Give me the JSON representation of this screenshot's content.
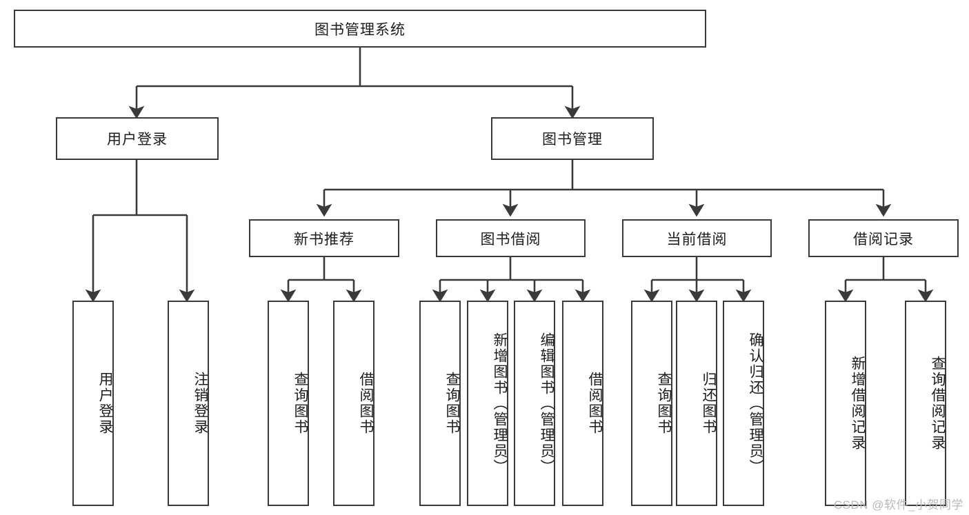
{
  "diagram": {
    "type": "tree-hierarchy",
    "title": "图书管理系统",
    "orientation": "top-down",
    "colors": {
      "box_border": "#3a3a3a",
      "box_fill": "#ffffff",
      "connector": "#3a3a3a",
      "text": "#1c1c1c",
      "watermark": "#b9b9b9",
      "background": "#ffffff"
    },
    "root": {
      "label": "图书管理系统"
    },
    "level2": [
      {
        "label": "用户登录"
      },
      {
        "label": "图书管理"
      }
    ],
    "level3": [
      {
        "label": "新书推荐"
      },
      {
        "label": "图书借阅"
      },
      {
        "label": "当前借阅"
      },
      {
        "label": "借阅记录"
      }
    ],
    "leaves": [
      {
        "label": "用户登录",
        "parent": "用户登录"
      },
      {
        "label": "注销登录",
        "parent": "用户登录"
      },
      {
        "label": "查询图书",
        "parent": "新书推荐"
      },
      {
        "label": "借阅图书",
        "parent": "新书推荐"
      },
      {
        "label": "查询图书",
        "parent": "图书借阅"
      },
      {
        "label": "新增图书（管理员）",
        "parent": "图书借阅"
      },
      {
        "label": "编辑图书（管理员）",
        "parent": "图书借阅"
      },
      {
        "label": "借阅图书",
        "parent": "图书借阅"
      },
      {
        "label": "查询图书",
        "parent": "当前借阅"
      },
      {
        "label": "归还图书",
        "parent": "当前借阅"
      },
      {
        "label": "确认归还（管理员）",
        "parent": "当前借阅"
      },
      {
        "label": "新增借阅记录",
        "parent": "借阅记录"
      },
      {
        "label": "查询借阅记录",
        "parent": "借阅记录"
      }
    ]
  },
  "watermark": {
    "text": "CSDN @软件_小贺同学"
  }
}
